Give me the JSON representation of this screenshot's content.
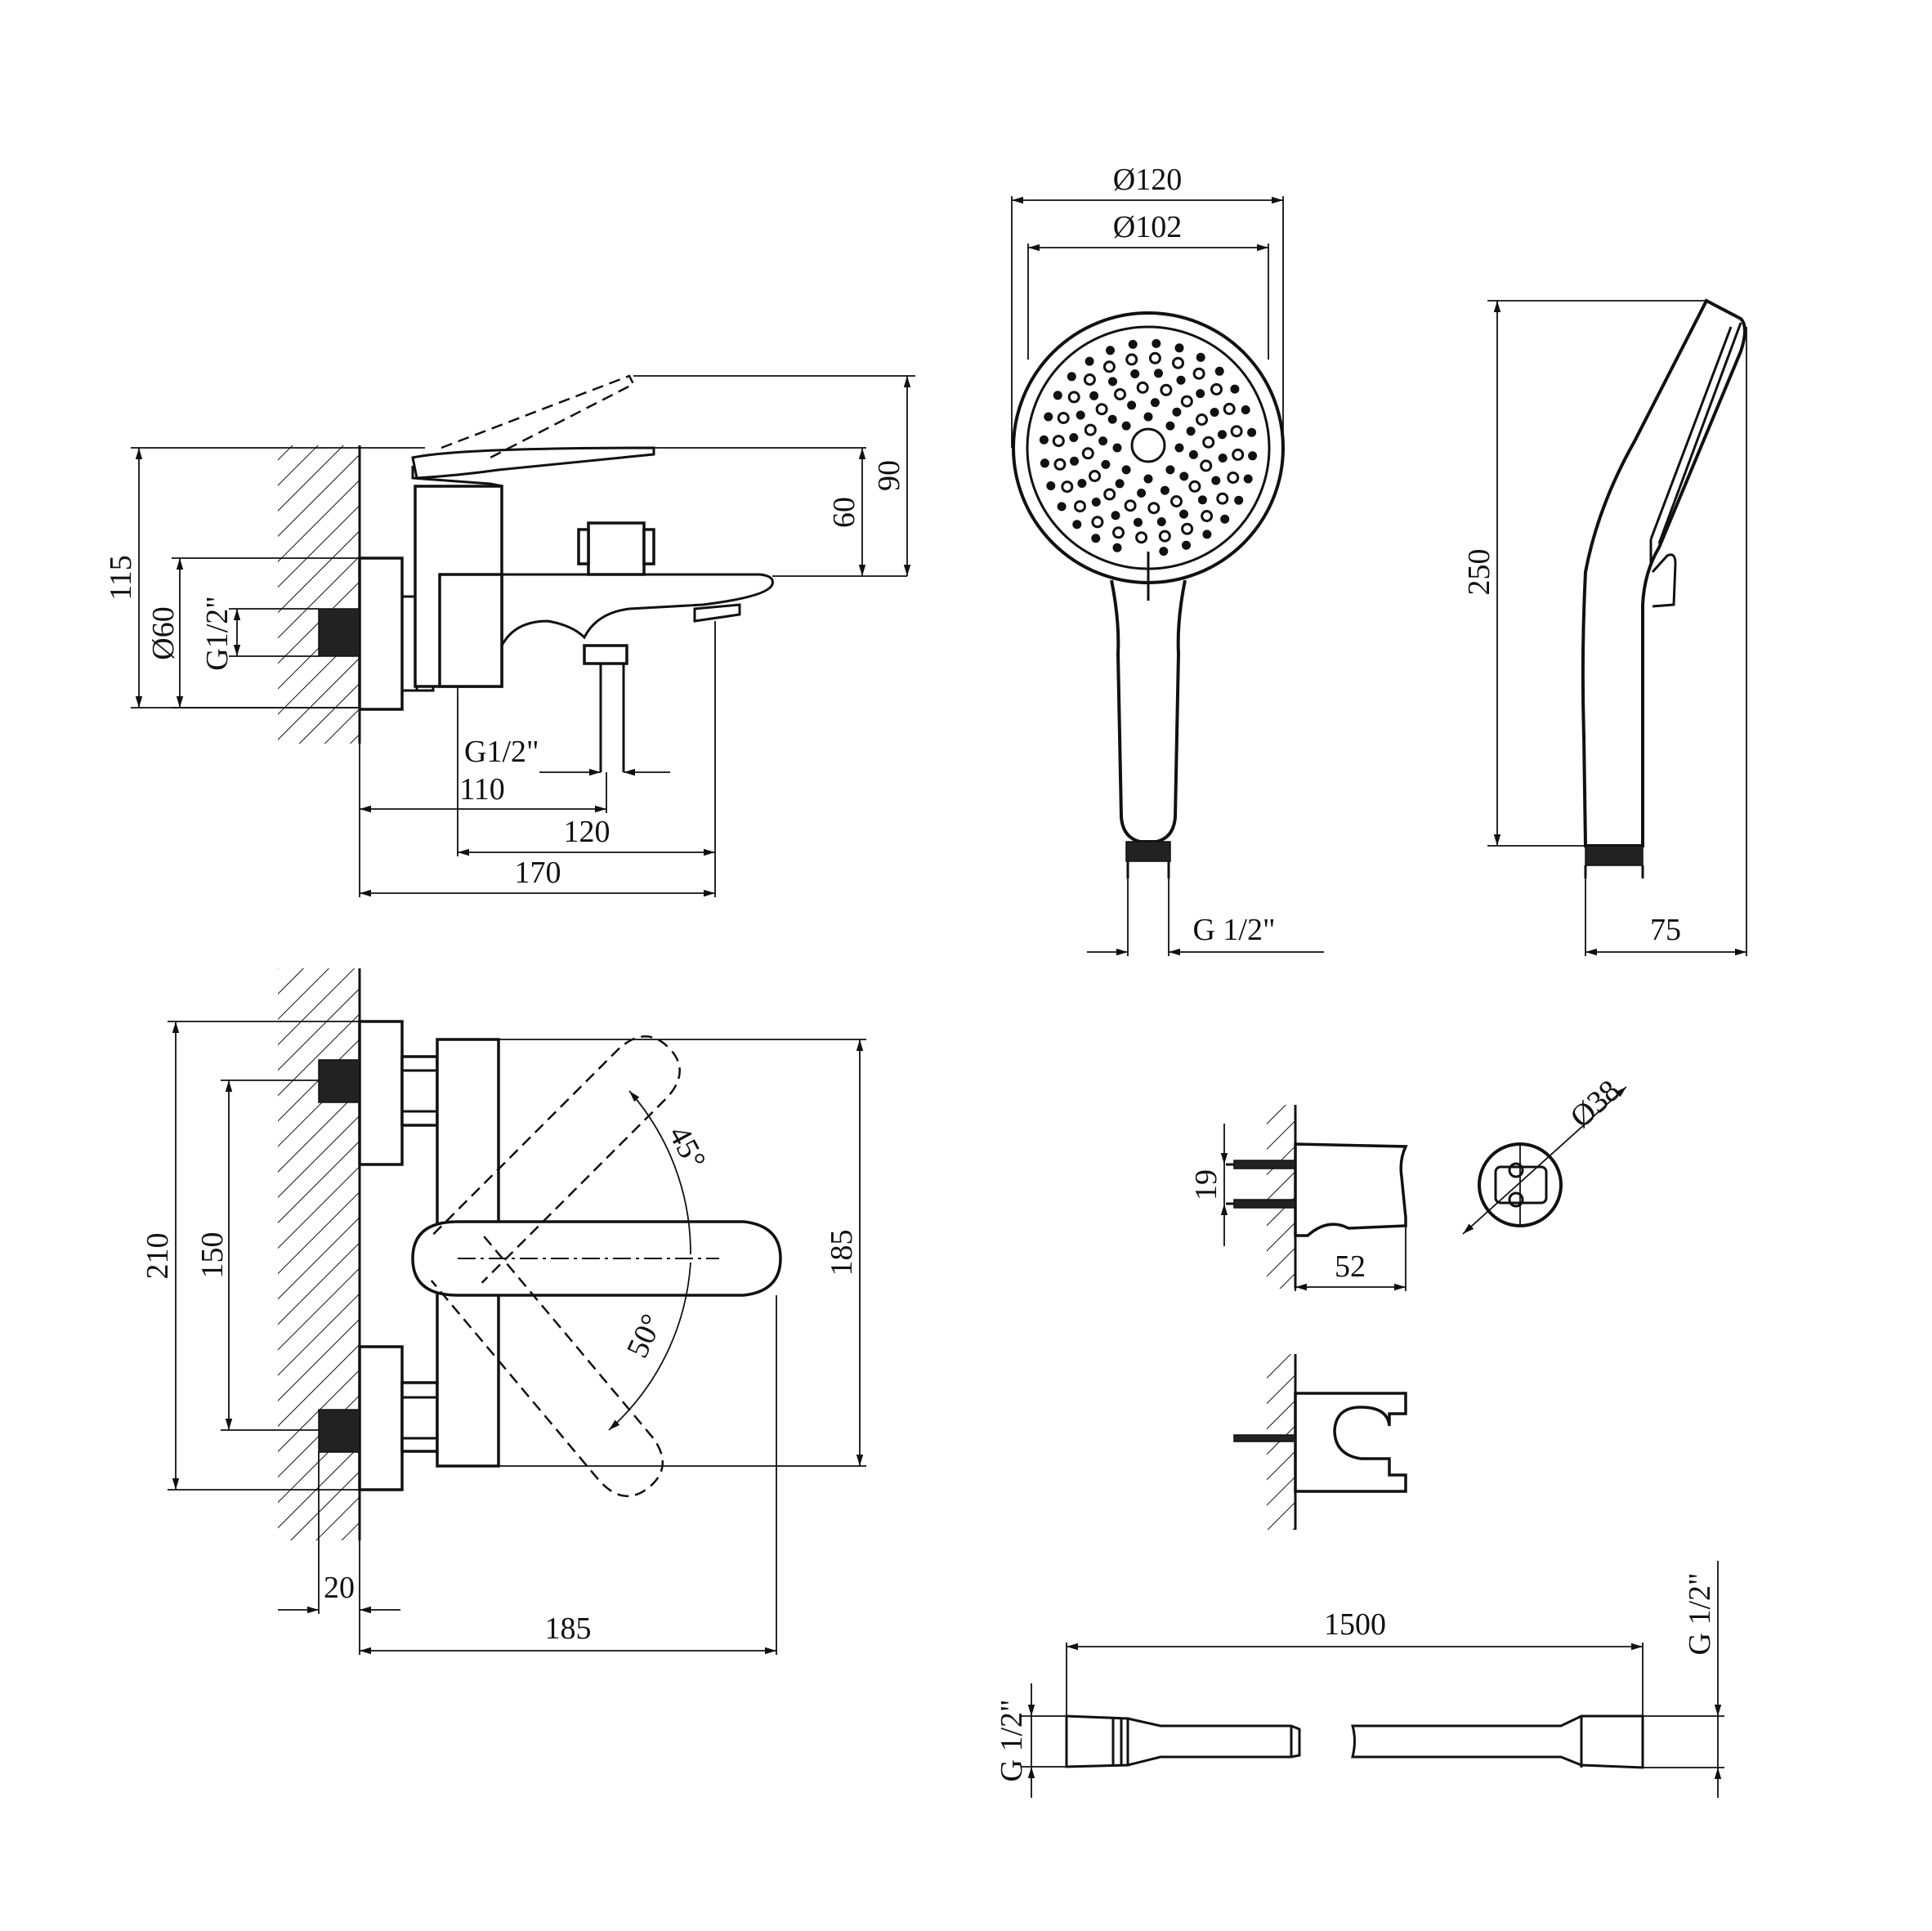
{
  "side_view": {
    "height_total": "115",
    "diameter_escutcheon": "Ø60",
    "thread_inlet": "G1/2\"",
    "lever_height": "60",
    "lever_raised_height": "90",
    "thread_outlet": "G1/2\"",
    "dist_110": "110",
    "dist_120": "120",
    "dist_170": "170"
  },
  "front_view": {
    "height_210": "210",
    "center_150": "150",
    "height_185": "185",
    "angle_45": "45°",
    "angle_50": "50°",
    "depth_20": "20",
    "length_185": "185"
  },
  "hand_shower_front": {
    "outer_diameter": "Ø120",
    "inner_diameter": "Ø102",
    "thread": "G 1/2\""
  },
  "hand_shower_side": {
    "length": "250",
    "depth": "75"
  },
  "holder": {
    "screw_spacing": "19",
    "width": "52",
    "diameter": "Ø38"
  },
  "hose": {
    "length": "1500",
    "thread_left": "G 1/2\"",
    "thread_right": "G 1/2\""
  }
}
